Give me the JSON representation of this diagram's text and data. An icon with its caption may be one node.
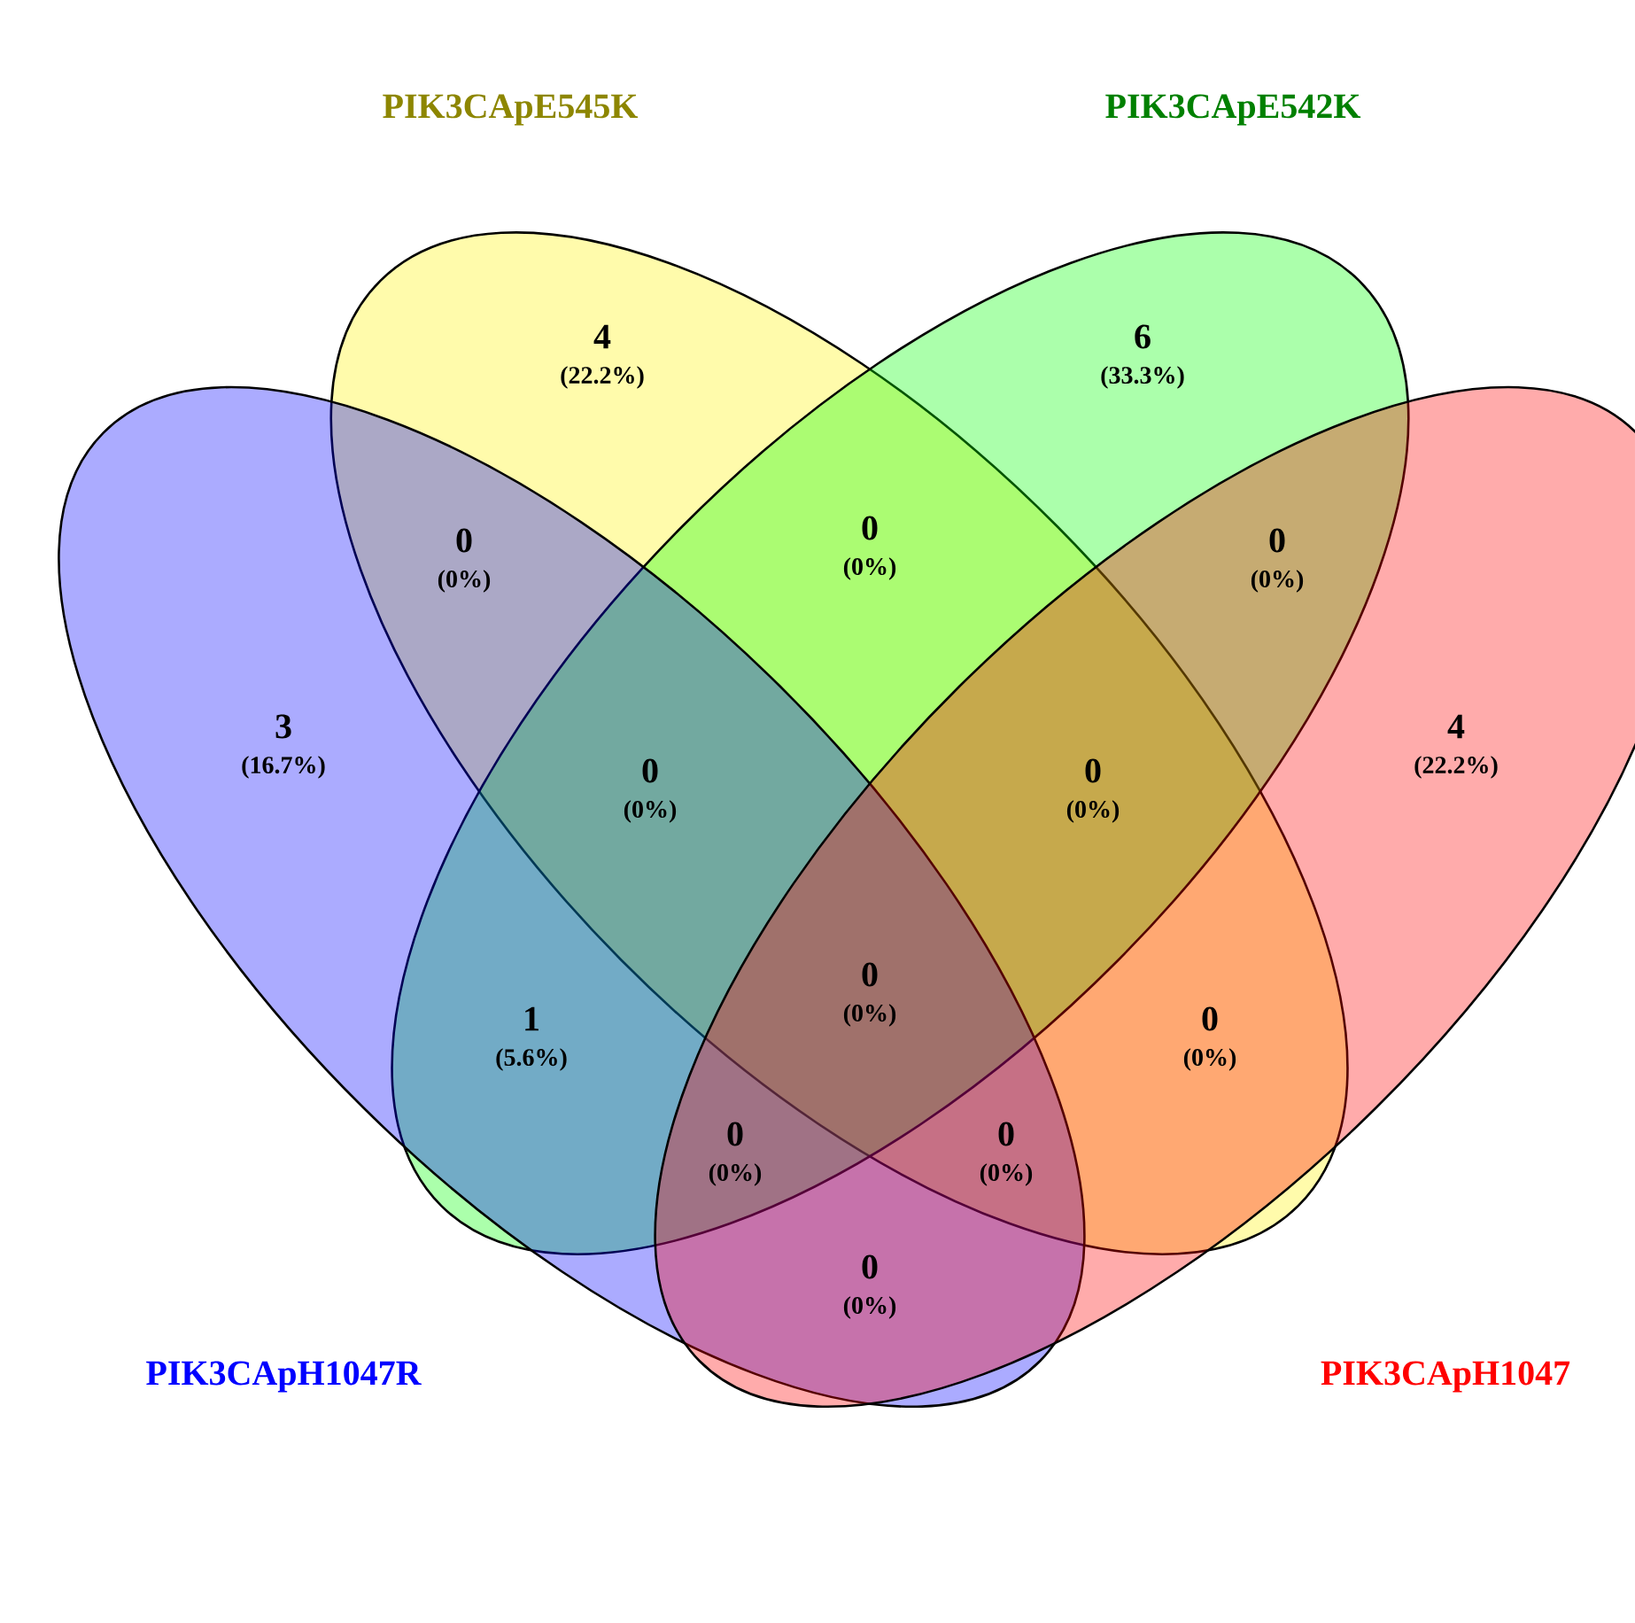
{
  "diagram": {
    "nodes": [
      {
        "text": [
          "PIK3CApE545K"
        ]
      },
      {
        "text": [
          "PIK3CApE542K"
        ]
      },
      {
        "text": [
          "PIK3CApH1047R"
        ]
      },
      {
        "text": [
          "PIK3CApH1047"
        ]
      }
    ],
    "labels": [
      "4",
      "(22.2%)",
      "6",
      "(33.3%)",
      "0",
      "(0%)",
      "0",
      "(0%)",
      "0",
      "(0%)",
      "3",
      "(16.7%)",
      "0",
      "(0%)",
      "0",
      "(0%)",
      "4",
      "(22.2%)",
      "0",
      "(0%)",
      "1",
      "(5.6%)",
      "0",
      "(0%)",
      "0",
      "(0%)",
      "0",
      "(0%)",
      "0",
      "(0%)"
    ]
  }
}
